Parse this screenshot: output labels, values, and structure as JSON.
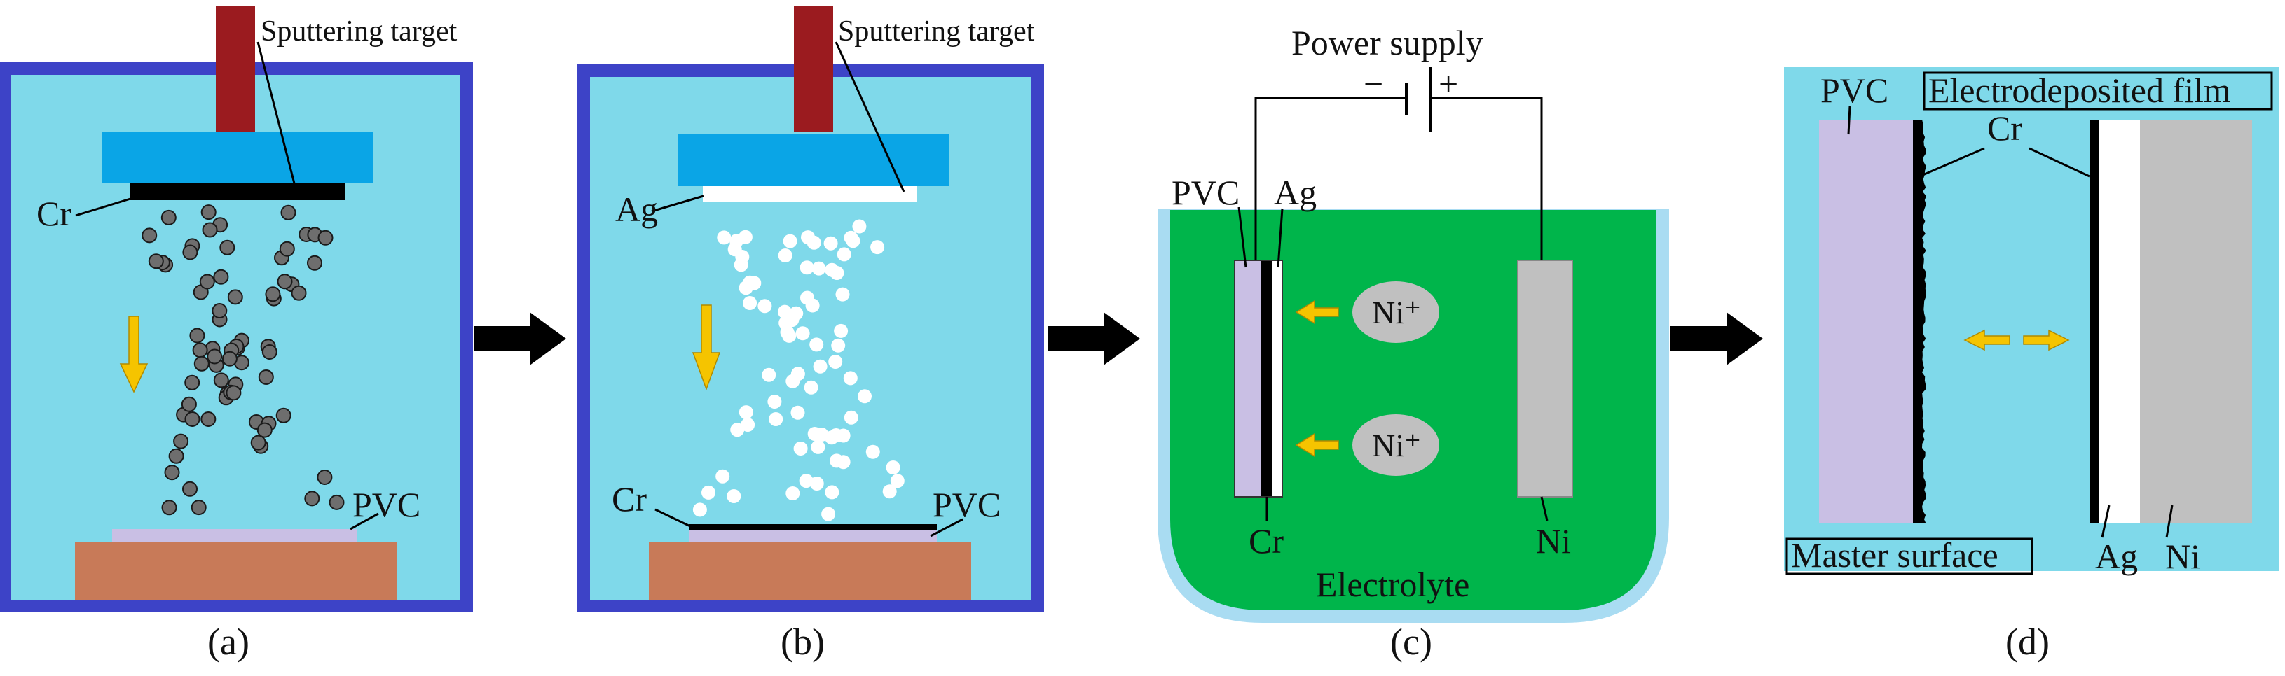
{
  "colors": {
    "chamber_fill": "#7fd9ea",
    "chamber_border": "#3d43c7",
    "target_holder": "#0aa5e6",
    "rod": "#9b1b1f",
    "substrate": "#c87a58",
    "pvc": "#c9bfe4",
    "electrolyte": "#00b54b",
    "beaker": "#a9dcf2",
    "ni": "#c0c0c0",
    "arrow_yellow": "#f5c400",
    "arrow_black": "#000000"
  },
  "panel_a": {
    "caption": "(a)",
    "target_label": "Sputtering target",
    "cr_label": "Cr",
    "pvc_label": "PVC"
  },
  "panel_b": {
    "caption": "(b)",
    "target_label": "Sputtering target",
    "ag_label": "Ag",
    "cr_label": "Cr",
    "pvc_label": "PVC"
  },
  "panel_c": {
    "caption": "(c)",
    "power_label": "Power supply",
    "minus": "−",
    "plus": "+",
    "pvc_label": "PVC",
    "ag_label": "Ag",
    "cr_label": "Cr",
    "ni_label": "Ni",
    "ion1": "Ni⁺",
    "ion2": "Ni⁺",
    "electrolyte_label": "Electrolyte"
  },
  "panel_d": {
    "caption": "(d)",
    "pvc_label": "PVC",
    "film_label": "Electrodeposited film",
    "cr_label": "Cr",
    "master_label": "Master surface",
    "ag_label": "Ag",
    "ni_label": "Ni"
  }
}
